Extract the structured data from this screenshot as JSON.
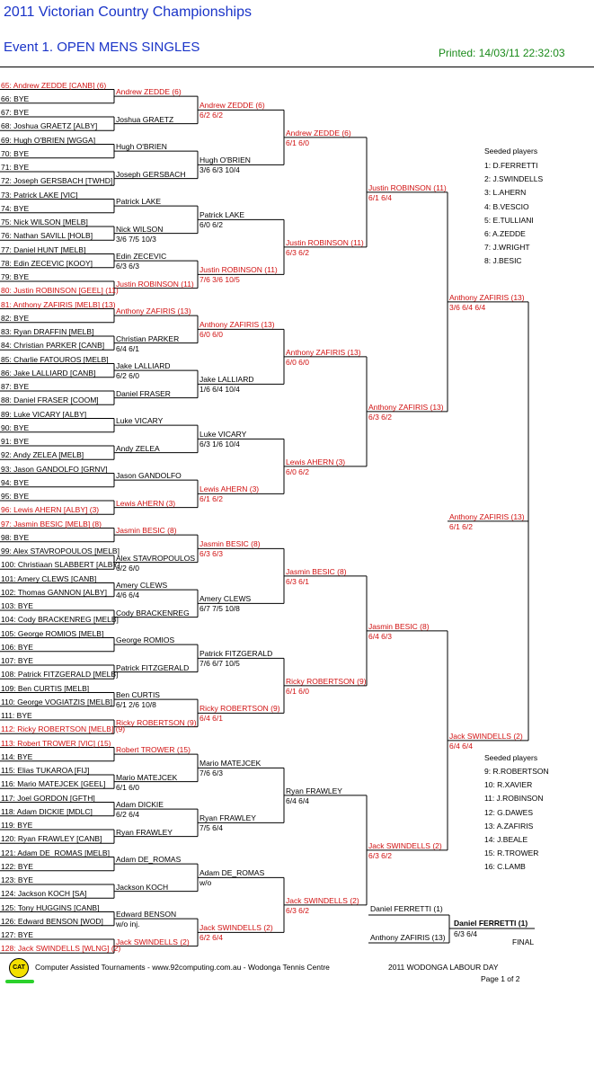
{
  "header": {
    "title": "2011 Victorian Country Championships",
    "event": "Event 1. OPEN MENS SINGLES",
    "printed": "Printed: 14/03/11 22:32:03"
  },
  "r1": [
    "65: Andrew ZEDDE [CANB] (6)",
    "66: BYE",
    "67: BYE",
    "68: Joshua GRAETZ [ALBY]",
    "69: Hugh O'BRIEN [WGGA]",
    "70: BYE",
    "71: BYE",
    "72: Joseph GERSBACH [TWHD]",
    "73: Patrick LAKE [VIC]",
    "74: BYE",
    "75: Nick WILSON [MELB]",
    "76: Nathan SAVILL [HOLB]",
    "77: Daniel HUNT [MELB]",
    "78: Edin ZECEVIC [KOOY]",
    "79: BYE",
    "80: Justin ROBINSON [GEEL] (11)",
    "81: Anthony ZAFIRIS [MELB] (13)",
    "82: BYE",
    "83: Ryan DRAFFIN [MELB]",
    "84: Christian PARKER [CANB]",
    "85: Charlie FATOUROS [MELB]",
    "86: Jake LALLIARD [CANB]",
    "87: BYE",
    "88: Daniel FRASER [COOM]",
    "89: Luke VICARY [ALBY]",
    "90: BYE",
    "91: BYE",
    "92: Andy ZELEA [MELB]",
    "93: Jason GANDOLFO [GRNV]",
    "94: BYE",
    "95: BYE",
    "96: Lewis AHERN [ALBY] (3)",
    "97: Jasmin BESIC [MELB] (8)",
    "98: BYE",
    "99: Alex STAVROPOULOS [MELB]",
    "100: Christiaan SLABBERT [ALBY]",
    "101: Amery CLEWS [CANB]",
    "102: Thomas GANNON [ALBY]",
    "103: BYE",
    "104: Cody BRACKENREG [MELB]",
    "105: George ROMIOS [MELB]",
    "106: BYE",
    "107: BYE",
    "108: Patrick FITZGERALD [MELB]",
    "109: Ben CURTIS [MELB]",
    "110: George VOGIATZIS [MELB]",
    "111: BYE",
    "112: Ricky ROBERTSON [MELB] (9)",
    "113: Robert TROWER [VIC] (15)",
    "114: BYE",
    "115: Elias TUKAROA [FIJ]",
    "116: Mario MATEJCEK [GEEL]",
    "117: Joel GORDON [GFTH]",
    "118: Adam DICKIE [MDLC]",
    "119: BYE",
    "120: Ryan FRAWLEY [CANB]",
    "121: Adam DE_ROMAS [MELB]",
    "122: BYE",
    "123: BYE",
    "124: Jackson KOCH [SA]",
    "125: Tony HUGGINS [CANB]",
    "126: Edward BENSON [WOD]",
    "127: BYE",
    "128: Jack SWINDELLS [WLNG] (2)"
  ],
  "r1red": [
    0,
    15,
    16,
    31,
    32,
    47,
    48,
    63
  ],
  "r2": [
    {
      "n": "Andrew ZEDDE (6)",
      "s": "",
      "red": true
    },
    {
      "n": "Joshua GRAETZ",
      "s": "",
      "red": false
    },
    {
      "n": "Hugh O'BRIEN",
      "s": "",
      "red": false
    },
    {
      "n": "Joseph GERSBACH",
      "s": "",
      "red": false
    },
    {
      "n": "Patrick LAKE",
      "s": "",
      "red": false
    },
    {
      "n": "Nick WILSON",
      "s": "3/6 7/5 10/3",
      "red": false
    },
    {
      "n": "Edin ZECEVIC",
      "s": "6/3 6/3",
      "red": false
    },
    {
      "n": "Justin ROBINSON (11)",
      "s": "",
      "red": true
    },
    {
      "n": "Anthony ZAFIRIS (13)",
      "s": "",
      "red": true
    },
    {
      "n": "Christian PARKER",
      "s": "6/4 6/1",
      "red": false
    },
    {
      "n": "Jake LALLIARD",
      "s": "6/2 6/0",
      "red": false
    },
    {
      "n": "Daniel FRASER",
      "s": "",
      "red": false
    },
    {
      "n": "Luke VICARY",
      "s": "",
      "red": false
    },
    {
      "n": "Andy ZELEA",
      "s": "",
      "red": false
    },
    {
      "n": "Jason GANDOLFO",
      "s": "",
      "red": false
    },
    {
      "n": "Lewis AHERN (3)",
      "s": "",
      "red": true
    },
    {
      "n": "Jasmin BESIC (8)",
      "s": "",
      "red": true
    },
    {
      "n": "Alex STAVROPOULOS",
      "s": "6/2 6/0",
      "red": false
    },
    {
      "n": "Amery CLEWS",
      "s": "4/6 6/4",
      "red": false
    },
    {
      "n": "Cody BRACKENREG",
      "s": "",
      "red": false
    },
    {
      "n": "George ROMIOS",
      "s": "",
      "red": false
    },
    {
      "n": "Patrick FITZGERALD",
      "s": "",
      "red": false
    },
    {
      "n": "Ben CURTIS",
      "s": "6/1 2/6 10/8",
      "red": false
    },
    {
      "n": "Ricky ROBERTSON (9)",
      "s": "",
      "red": true
    },
    {
      "n": "Robert TROWER (15)",
      "s": "",
      "red": true
    },
    {
      "n": "Mario MATEJCEK",
      "s": "6/1 6/0",
      "red": false
    },
    {
      "n": "Adam DICKIE",
      "s": "6/2 6/4",
      "red": false
    },
    {
      "n": "Ryan FRAWLEY",
      "s": "",
      "red": false
    },
    {
      "n": "Adam DE_ROMAS",
      "s": "",
      "red": false
    },
    {
      "n": "Jackson KOCH",
      "s": "",
      "red": false
    },
    {
      "n": "Edward BENSON",
      "s": "w/o inj.",
      "red": false
    },
    {
      "n": "Jack SWINDELLS (2)",
      "s": "",
      "red": true
    }
  ],
  "r3": [
    {
      "n": "Andrew ZEDDE (6)",
      "s": "6/2 6/2",
      "red": true
    },
    {
      "n": "Hugh O'BRIEN",
      "s": "3/6 6/3 10/4",
      "red": false
    },
    {
      "n": "Patrick LAKE",
      "s": "6/0 6/2",
      "red": false
    },
    {
      "n": "Justin ROBINSON (11)",
      "s": "7/6 3/6 10/5",
      "red": true
    },
    {
      "n": "Anthony ZAFIRIS (13)",
      "s": "6/0 6/0",
      "red": true
    },
    {
      "n": "Jake LALLIARD",
      "s": "1/6 6/4 10/4",
      "red": false
    },
    {
      "n": "Luke VICARY",
      "s": "6/3 1/6 10/4",
      "red": false
    },
    {
      "n": "Lewis AHERN (3)",
      "s": "6/1 6/2",
      "red": true
    },
    {
      "n": "Jasmin BESIC (8)",
      "s": "6/3 6/3",
      "red": true
    },
    {
      "n": "Amery CLEWS",
      "s": "6/7 7/5 10/8",
      "red": false
    },
    {
      "n": "Patrick FITZGERALD",
      "s": "7/6 6/7 10/5",
      "red": false
    },
    {
      "n": "Ricky ROBERTSON (9)",
      "s": "6/4 6/1",
      "red": true
    },
    {
      "n": "Mario MATEJCEK",
      "s": "7/6 6/3",
      "red": false
    },
    {
      "n": "Ryan FRAWLEY",
      "s": "7/5 6/4",
      "red": false
    },
    {
      "n": "Adam DE_ROMAS",
      "s": "w/o",
      "red": false
    },
    {
      "n": "Jack SWINDELLS (2)",
      "s": "6/2 6/4",
      "red": true
    }
  ],
  "r4": [
    {
      "n": "Andrew ZEDDE (6)",
      "s": "6/1 6/0",
      "red": true
    },
    {
      "n": "Justin ROBINSON (11)",
      "s": "6/3 6/2",
      "red": true
    },
    {
      "n": "Anthony ZAFIRIS (13)",
      "s": "6/0 6/0",
      "red": true
    },
    {
      "n": "Lewis AHERN (3)",
      "s": "6/0 6/2",
      "red": true
    },
    {
      "n": "Jasmin BESIC (8)",
      "s": "6/3 6/1",
      "red": true
    },
    {
      "n": "Ricky ROBERTSON (9)",
      "s": "6/1 6/0",
      "red": true
    },
    {
      "n": "Ryan FRAWLEY",
      "s": "6/4 6/4",
      "red": false
    },
    {
      "n": "Jack SWINDELLS (2)",
      "s": "6/3 6/2",
      "red": true
    }
  ],
  "r5": [
    {
      "n": "Justin ROBINSON (11)",
      "s": "6/1 6/4",
      "red": true
    },
    {
      "n": "Anthony ZAFIRIS (13)",
      "s": "6/3 6/2",
      "red": true
    },
    {
      "n": "Jasmin BESIC (8)",
      "s": "6/4 6/3",
      "red": true
    },
    {
      "n": "Jack SWINDELLS (2)",
      "s": "6/3 6/2",
      "red": true
    }
  ],
  "r6": [
    {
      "n": "Anthony ZAFIRIS (13)",
      "s": "3/6 6/4 6/4",
      "red": true
    },
    {
      "n": "Jack SWINDELLS (2)",
      "s": "6/4 6/4",
      "red": true
    }
  ],
  "r7": {
    "n": "Anthony ZAFIRIS (13)",
    "s": "6/1 6/2"
  },
  "final": {
    "top": "Daniel FERRETTI (1)",
    "bottom": "Anthony ZAFIRIS (13)",
    "winner": "Daniel FERRETTI (1)",
    "score": "6/3 6/4",
    "label": "FINAL"
  },
  "seeds1": {
    "title": "Seeded players",
    "items": [
      "1: D.FERRETTI",
      "2: J.SWINDELLS",
      "3: L.AHERN",
      "4: B.VESCIO",
      "5: E.TULLIANI",
      "6: A.ZEDDE",
      "7: J.WRIGHT",
      "8: J.BESIC"
    ]
  },
  "seeds2": {
    "title": "Seeded players",
    "items": [
      "9: R.ROBERTSON",
      "10: R.XAVIER",
      "11: J.ROBINSON",
      "12: G.DAWES",
      "13: A.ZAFIRIS",
      "14: J.BEALE",
      "15: R.TROWER",
      "16: C.LAMB"
    ]
  },
  "footer": {
    "logo": "CAT",
    "credit": "Computer Assisted Tournaments - www.92computing.com.au -  Wodonga Tennis Centre",
    "event": "2011 WODONGA LABOUR DAY",
    "page": "Page 1 of 2"
  }
}
